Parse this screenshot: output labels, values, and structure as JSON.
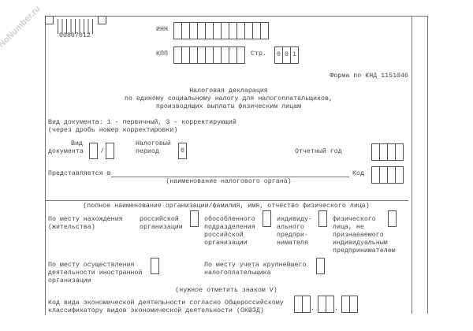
{
  "watermark": "NoNumber.ru",
  "barcode_number": "00807012",
  "inn_label": "ИНН",
  "kpp_label": "КПП",
  "page_label": "Стр.",
  "page_digits": [
    "0",
    "0",
    "1"
  ],
  "form_code": "Форма по КНД 1151046",
  "title": [
    "Налоговая декларация",
    "по единому социальному налогу для налогоплательщиков,",
    "производящих выплаты физическим лицам"
  ],
  "doc_type_hint": [
    "Вид документа: 1 - первичный, 3 - корректирующий",
    "(через дробь номер корректировки)"
  ],
  "doc_type_label": [
    "Вид",
    "документа"
  ],
  "slash": "/",
  "tax_period_label": [
    "Налоговый",
    "период"
  ],
  "tax_period_value": "0",
  "report_year_label": "Отчетный год",
  "submitted_to_label": "Представляется в",
  "code_label": "Код",
  "tax_authority_caption": "(наименование налогового органа)",
  "org_name_caption": "(полное наименование организации/фамилия, имя, отчество физического лица)",
  "location_label": [
    "По месту нахождения",
    "(жительства)"
  ],
  "options": [
    [
      "российской",
      "организации"
    ],
    [
      "обособленного",
      "подразделения",
      "российской",
      "организации"
    ],
    [
      "индивиду-",
      "ального",
      "предпри-",
      "нимателя"
    ],
    [
      "физического",
      "лица, не",
      "признаваемого",
      "индивидуальным",
      "предпринимателем"
    ]
  ],
  "foreign_label": [
    "По месту осуществления",
    "деятельности иностранной",
    "организации"
  ],
  "largest_label": [
    "По месту учета крупнейшего",
    "налогоплательщика"
  ],
  "mark_hint": "(нужное отметить знаком V)",
  "okved_label": [
    "Код вида экономической деятельности согласно Общероссийскому",
    "классификатору видов экономической деятельности (ОКВЭД)"
  ],
  "dot": "."
}
